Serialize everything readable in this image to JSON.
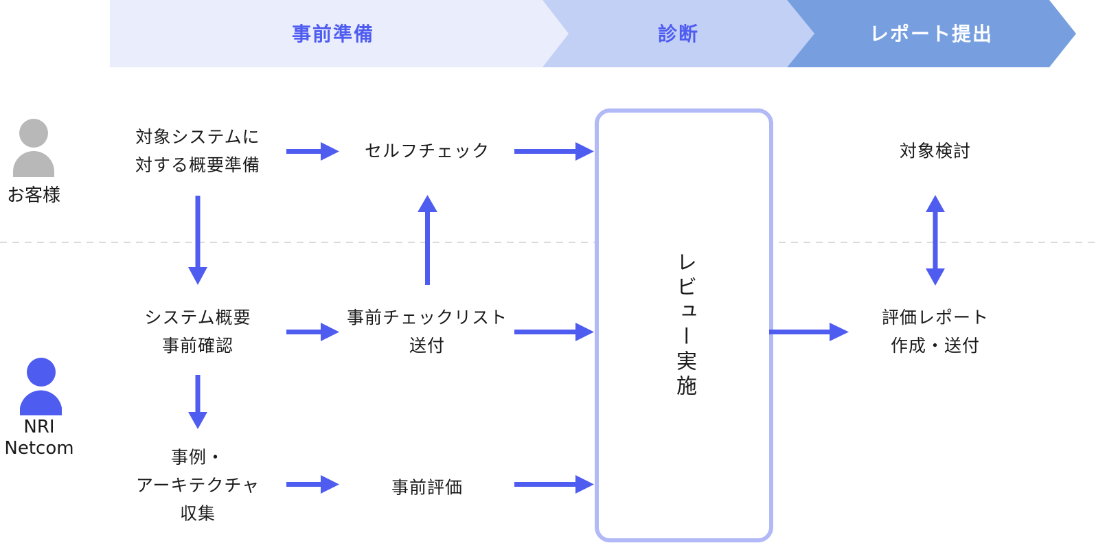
{
  "colors": {
    "phase1_bg": "#e9edfc",
    "phase2_bg": "#c3d0f5",
    "phase3_bg": "#779fe0",
    "phase_text_accent": "#4f5cf0",
    "phase_text_light": "#ffffff",
    "arrow": "#4f5cf0",
    "review_border": "#b1b9f6",
    "customer_icon": "#b8b8b8",
    "nri_icon": "#4f5cf0",
    "divider": "#cfcfcf"
  },
  "phases": [
    {
      "label": "事前準備"
    },
    {
      "label": "診断"
    },
    {
      "label": "レポート提出"
    }
  ],
  "actors": {
    "customer": {
      "label": "お客様",
      "icon": "person-icon"
    },
    "nri": {
      "label": "NRI\nNetcom",
      "icon": "person-icon"
    }
  },
  "nodes": {
    "overview_prep": "対象システムに\n対する概要準備",
    "self_check": "セルフチェック",
    "system_confirm": "システム概要\n事前確認",
    "checklist_send": "事前チェックリスト\n送付",
    "case_collect": "事例・\nアーキテクチャ\n収集",
    "pre_eval": "事前評価",
    "review": "レビュー実施",
    "target_review": "対象検討",
    "report_send": "評価レポート\n作成・送付"
  }
}
